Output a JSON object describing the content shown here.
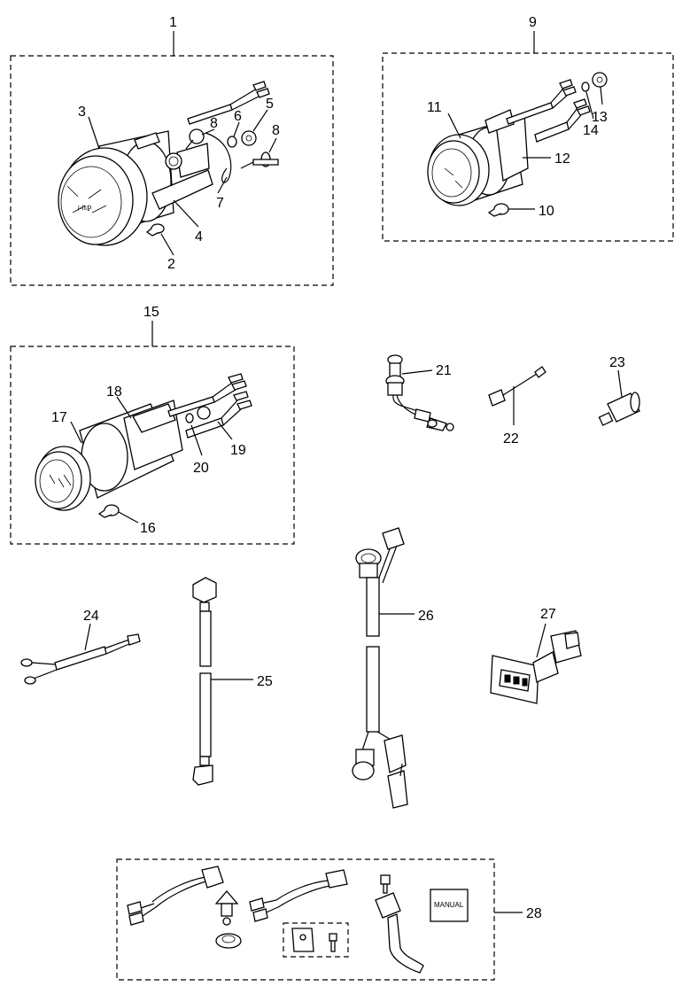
{
  "diagram": {
    "callouts": {
      "c1": "1",
      "c2": "2",
      "c3": "3",
      "c4": "4",
      "c5": "5",
      "c6": "6",
      "c7": "7",
      "c8a": "8",
      "c8b": "8",
      "c9": "9",
      "c10": "10",
      "c11": "11",
      "c12": "12",
      "c13": "13",
      "c14": "14",
      "c15": "15",
      "c16": "16",
      "c17": "17",
      "c18": "18",
      "c19": "19",
      "c20": "20",
      "c21": "21",
      "c22": "22",
      "c23": "23",
      "c24": "24",
      "c25": "25",
      "c26": "26",
      "c27": "27",
      "c28": "28"
    },
    "manual_label": "MANUAL",
    "colors": {
      "line": "#000000",
      "background": "#ffffff",
      "shade": "#d9d9d9"
    }
  }
}
